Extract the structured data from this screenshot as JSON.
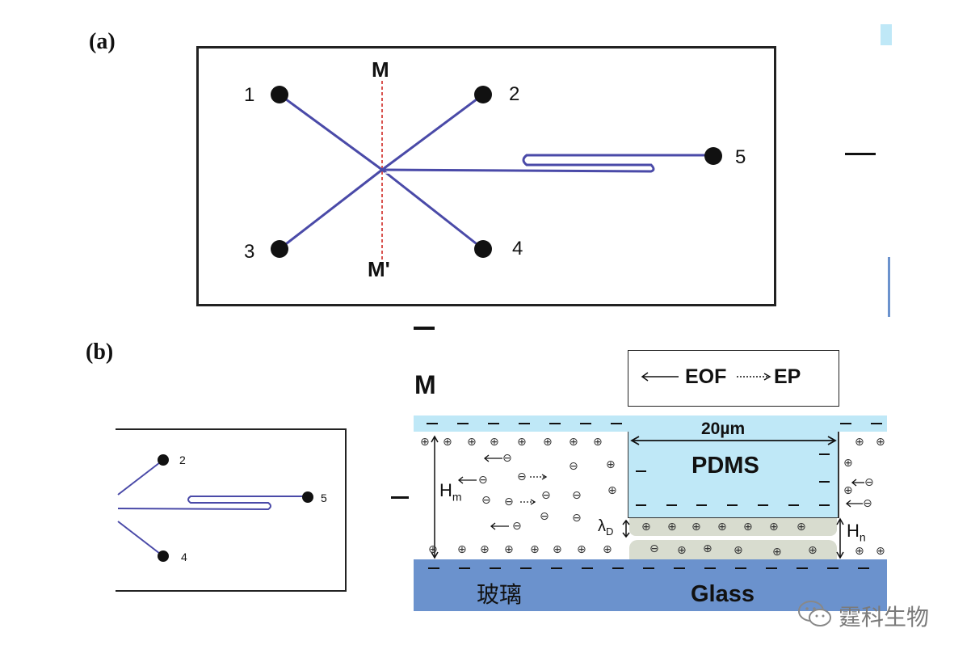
{
  "panel_a": {
    "label": "(a)",
    "mirror_top": "M",
    "mirror_bottom": "M'",
    "ports": [
      "1",
      "2",
      "3",
      "4",
      "5"
    ]
  },
  "panel_b": {
    "label": "(b)",
    "inset_ports": [
      "2",
      "5",
      "4"
    ],
    "side_label": "M",
    "legend": {
      "eof": "EOF",
      "ep": "EP"
    },
    "width_label": "20µm",
    "pdms": "PDMS",
    "glass": "Glass",
    "glass_cn": "玻璃",
    "h_m": "H",
    "h_m_sub": "m",
    "h_n": "H",
    "h_n_sub": "n",
    "lambda": "λ",
    "lambda_sub": "D"
  },
  "watermark": "霆科生物",
  "colors": {
    "channel": "#4a4aa8",
    "pdms": "#bfe8f7",
    "glass": "#6b92cd",
    "gel": "#d8dccf",
    "mirror": "#d9534f"
  }
}
